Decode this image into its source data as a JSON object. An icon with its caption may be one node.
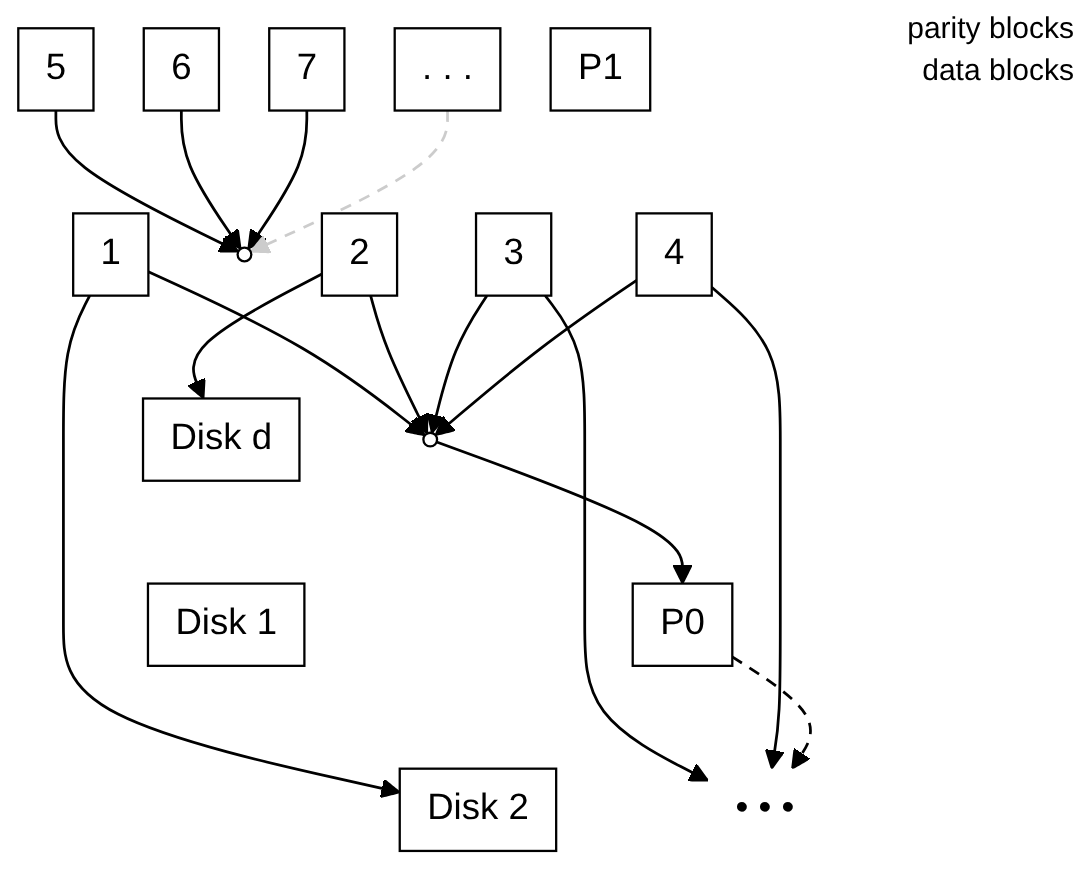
{
  "diagram": {
    "nodes": [
      {
        "text": [
          "P0"
        ]
      },
      {
        "text": [
          "P1"
        ]
      },
      {
        "text": [],
        "shape": "circle"
      },
      {
        "text": [],
        "shape": "circle"
      },
      {
        "text": [
          "1"
        ]
      },
      {
        "text": [
          "2"
        ]
      },
      {
        "text": [
          "3"
        ]
      },
      {
        "text": [
          "4"
        ]
      },
      {
        "text": [
          "5"
        ]
      },
      {
        "text": [
          "6"
        ]
      },
      {
        "text": [
          "7"
        ]
      },
      {
        "text": [
          ". . ."
        ]
      },
      {
        "text": [
          "Disk 1"
        ]
      },
      {
        "text": [
          "Disk 2"
        ]
      },
      {
        "text": [
          "• • •"
        ]
      },
      {
        "text": [
          "Disk d"
        ]
      }
    ],
    "edges": [
      {
        "from": 4,
        "to": 2,
        "arrow": "to"
      },
      {
        "from": 5,
        "to": 2,
        "arrow": "to"
      },
      {
        "from": 6,
        "to": 2,
        "arrow": "to"
      },
      {
        "from": 7,
        "to": 2,
        "arrow": "to"
      },
      {
        "from": 2,
        "to": 0,
        "arrow": "to"
      },
      {
        "from": 8,
        "to": 3,
        "arrow": "to"
      },
      {
        "from": 9,
        "to": 3,
        "arrow": "to"
      },
      {
        "from": 10,
        "to": 3,
        "arrow": "to"
      },
      {
        "from": 11,
        "to": 3,
        "arrow": "to",
        "style": "dashed",
        "color": "#cccccc"
      },
      {
        "from": 4,
        "to": 13,
        "arrow": "to"
      },
      {
        "from": 5,
        "to": 15,
        "arrow": "to"
      },
      {
        "from": 6,
        "to": 14,
        "arrow": "to"
      },
      {
        "from": 7,
        "to": 14,
        "arrow": "to"
      },
      {
        "from": 0,
        "to": 14,
        "arrow": "to",
        "style": "dashed"
      }
    ],
    "labels": [
      "parity blocks",
      "data blocks"
    ]
  }
}
